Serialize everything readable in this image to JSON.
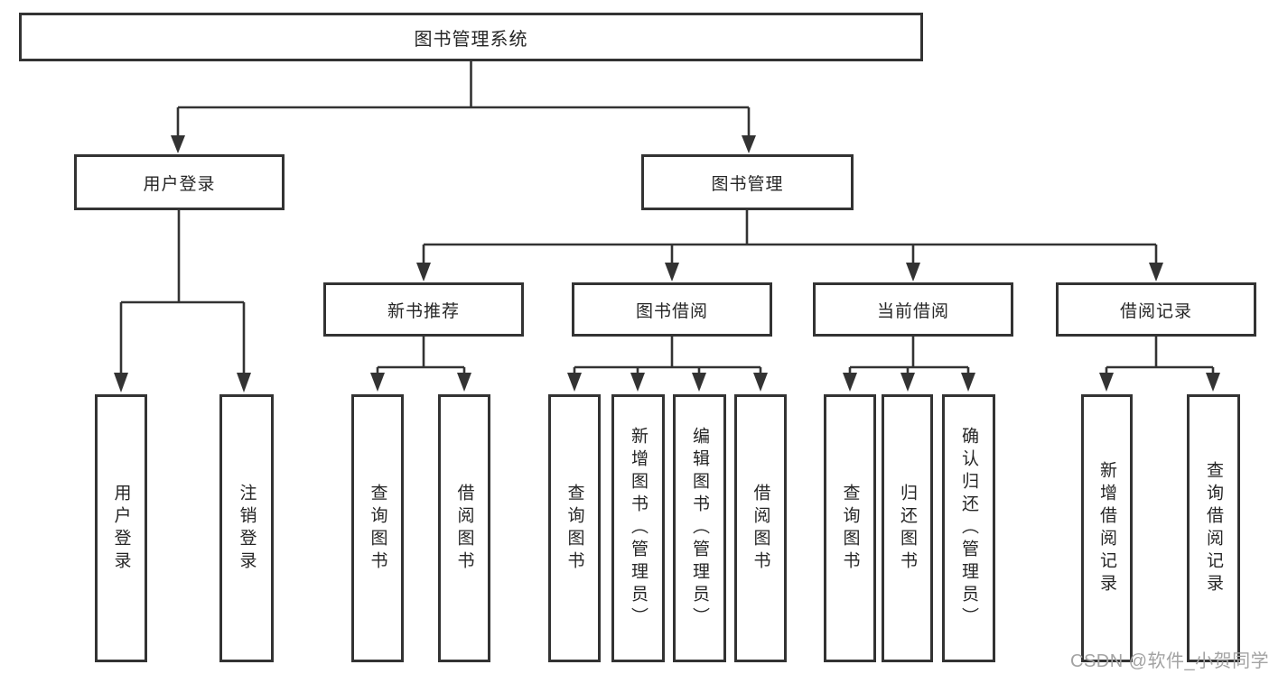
{
  "diagram": {
    "root": {
      "label": "图书管理系统"
    },
    "branches": [
      {
        "label": "用户登录"
      },
      {
        "label": "图书管理"
      }
    ],
    "modules": [
      {
        "label": "新书推荐"
      },
      {
        "label": "图书借阅"
      },
      {
        "label": "当前借阅"
      },
      {
        "label": "借阅记录"
      }
    ],
    "leaves": [
      {
        "label": "用户登录"
      },
      {
        "label": "注销登录"
      },
      {
        "label": "查询图书"
      },
      {
        "label": "借阅图书"
      },
      {
        "label": "查询图书"
      },
      {
        "label": "新增图书（管理员）"
      },
      {
        "label": "编辑图书（管理员）"
      },
      {
        "label": "借阅图书"
      },
      {
        "label": "查询图书"
      },
      {
        "label": "归还图书"
      },
      {
        "label": "确认归还（管理员）"
      },
      {
        "label": "新增借阅记录"
      },
      {
        "label": "查询借阅记录"
      }
    ]
  },
  "watermark": {
    "text": "CSDN @软件_小贺同学"
  },
  "colors": {
    "line": "#333333",
    "text": "#262626",
    "watermark": "#a3a3a3",
    "background": "#ffffff"
  }
}
